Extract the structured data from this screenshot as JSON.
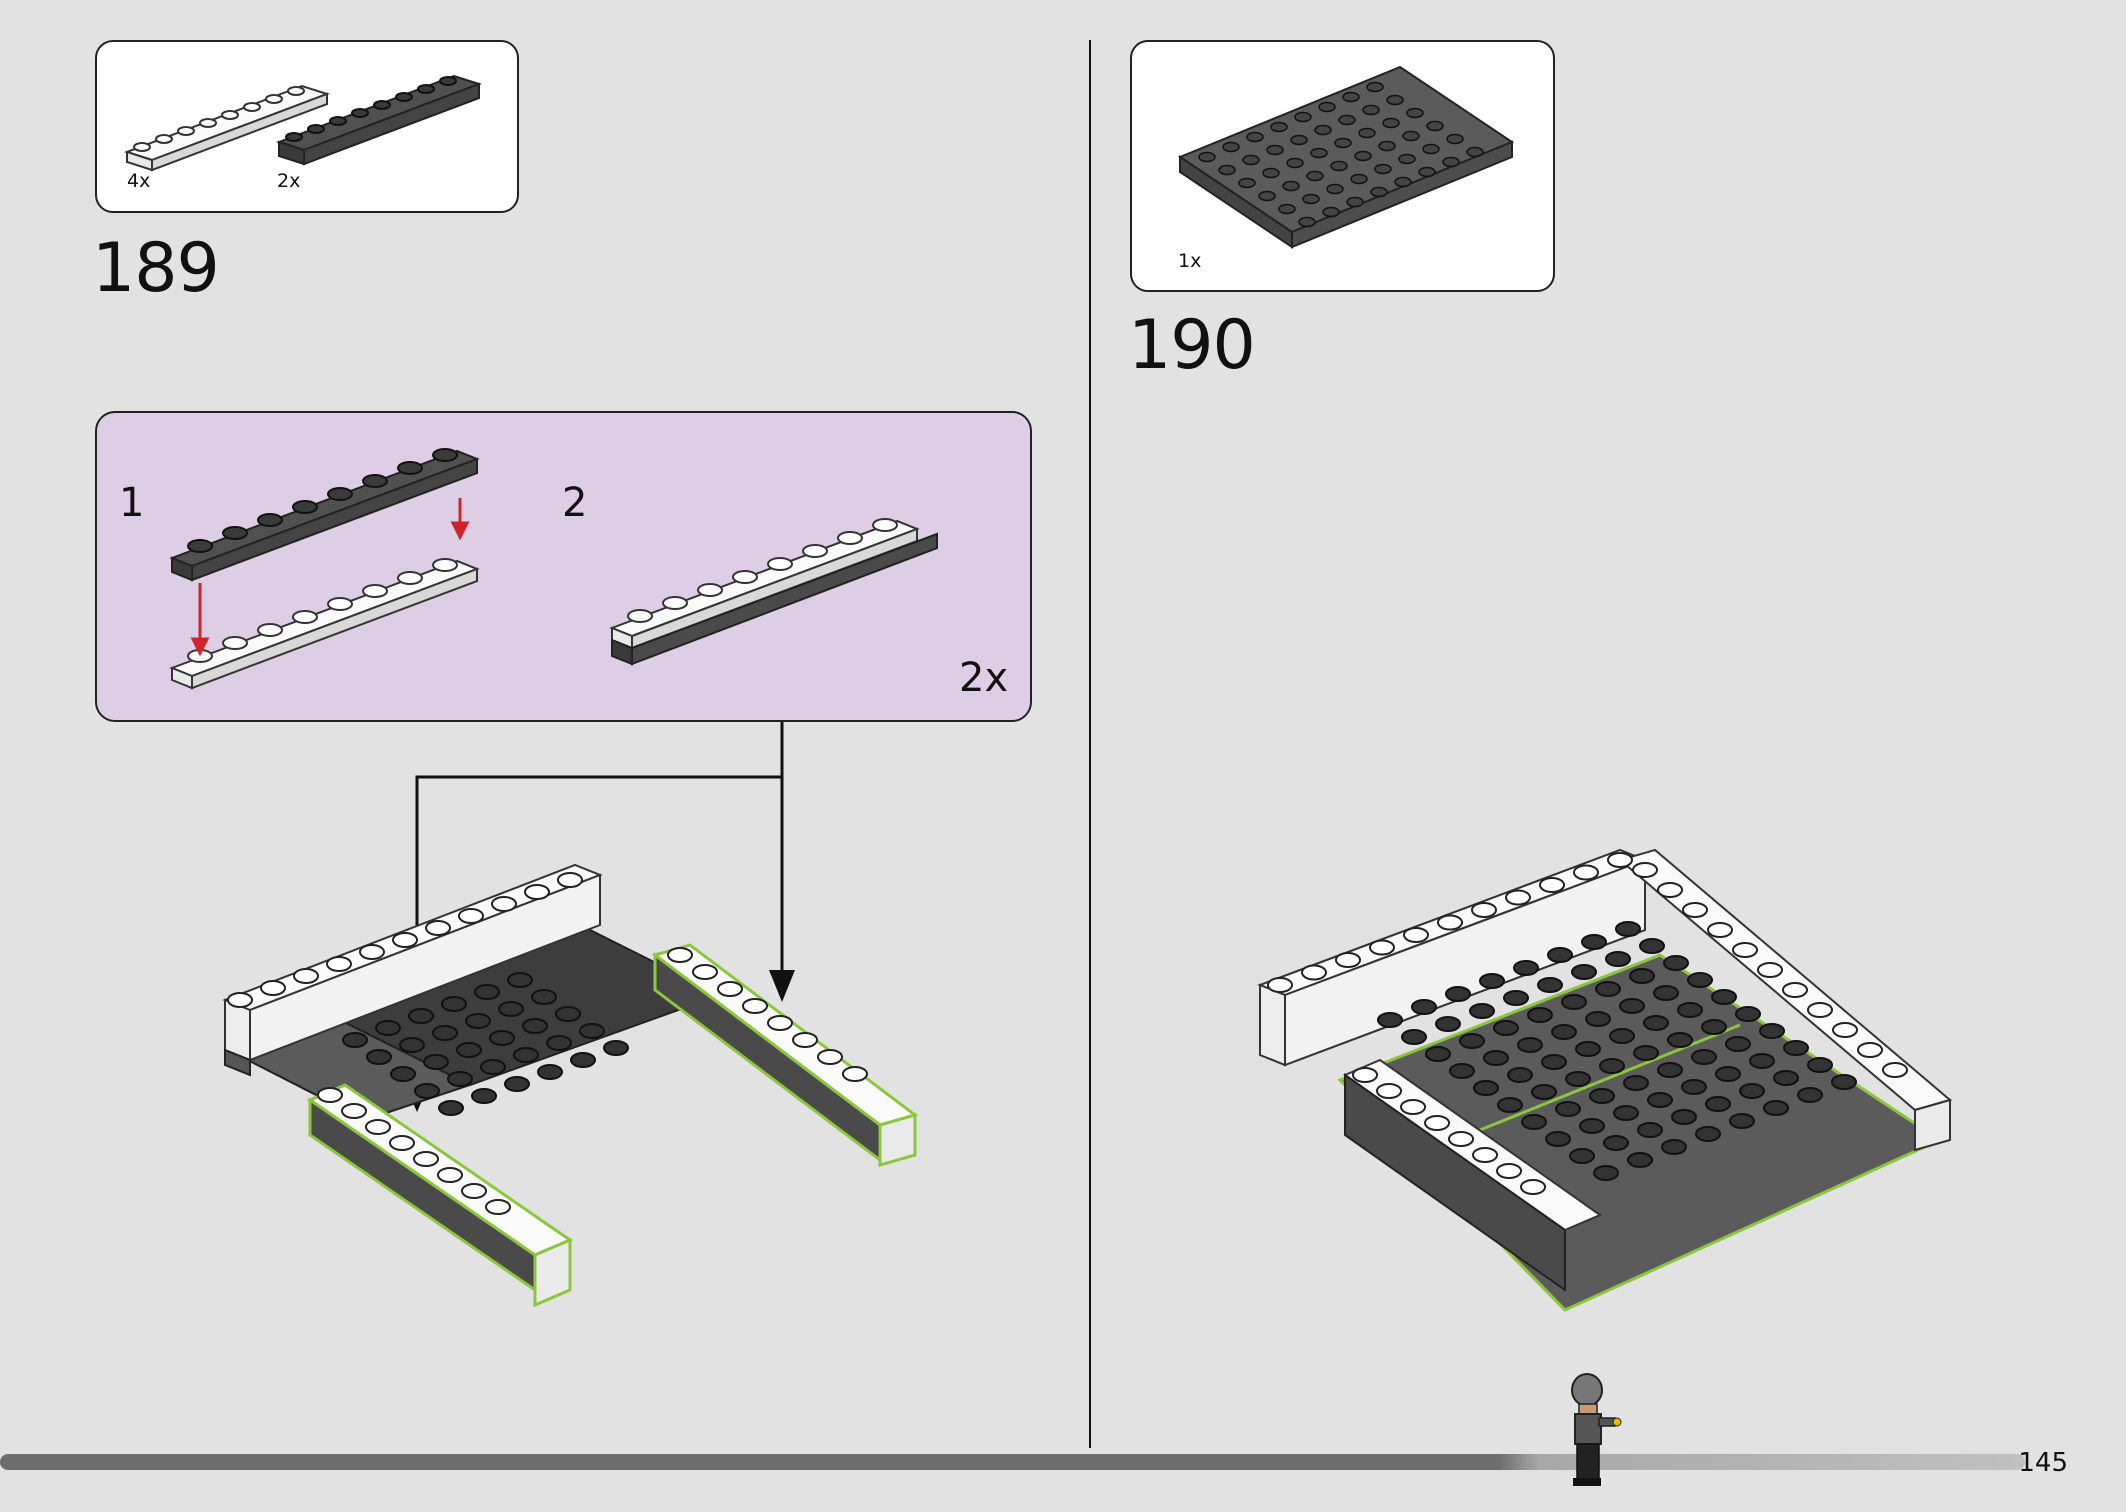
{
  "steps": [
    {
      "number": "189",
      "parts": [
        {
          "qty": "4x",
          "color": "#f7f7f7"
        },
        {
          "qty": "2x",
          "color": "#4a4a4a"
        }
      ]
    },
    {
      "number": "190",
      "parts": [
        {
          "qty": "1x",
          "color": "#5b5b5b"
        }
      ]
    }
  ],
  "substep": {
    "first": "1",
    "second": "2",
    "multiplier": "2x"
  },
  "page_number": "145",
  "colors": {
    "background": "#e2e2e2",
    "substep_bg": "#ddcde5",
    "highlight": "#8cc63f",
    "arrow_red": "#d2232a",
    "progress_bar": "#666666"
  }
}
